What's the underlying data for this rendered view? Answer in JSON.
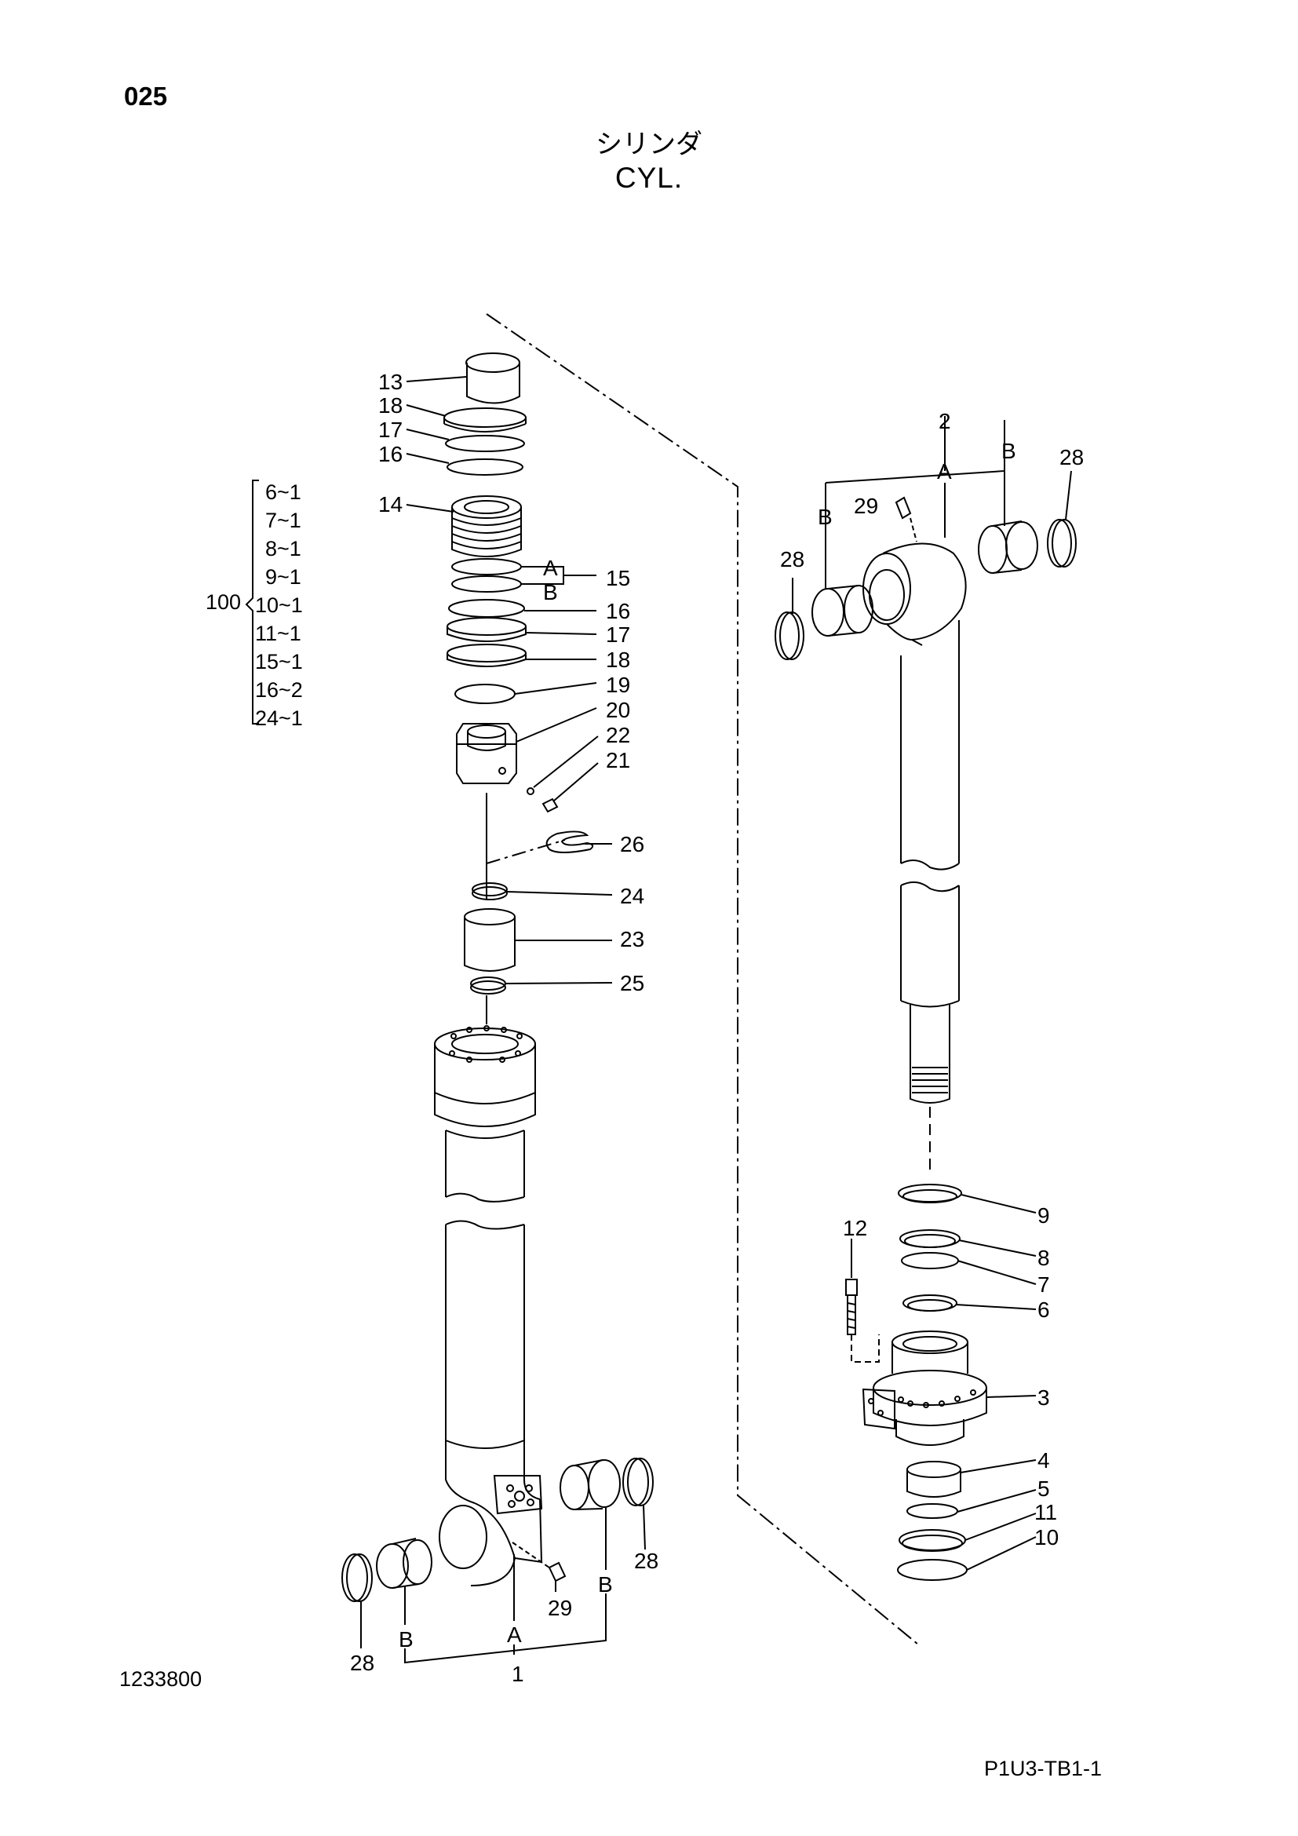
{
  "page_number": "025",
  "title_jp": "シリンダ",
  "title_en": "CYL.",
  "drawing_number": "1233800",
  "figure_code": "P1U3-TB1-1",
  "kit": {
    "label": "100",
    "items": [
      "6~1",
      "7~1",
      "8~1",
      "9~1",
      "10~1",
      "11~1",
      "15~1",
      "16~2",
      "24~1"
    ]
  },
  "callouts": {
    "n13": "13",
    "n18a": "18",
    "n17a": "17",
    "n16a": "16",
    "n14": "14",
    "n15A": "A",
    "n15B": "B",
    "n15": "15",
    "n16b": "16",
    "n17b": "17",
    "n18b": "18",
    "n19": "19",
    "n20": "20",
    "n22": "22",
    "n21": "21",
    "n26": "26",
    "n24": "24",
    "n23": "23",
    "n25": "25",
    "n2": "2",
    "n2A": "A",
    "n2B1": "B",
    "n2B2": "B",
    "n29a": "29",
    "n28a": "28",
    "n28b": "28",
    "n9": "9",
    "n12": "12",
    "n8": "8",
    "n7": "7",
    "n6": "6",
    "n3": "3",
    "n4": "4",
    "n5": "5",
    "n11": "11",
    "n10": "10",
    "n28c": "28",
    "n28d": "28",
    "n29b": "29",
    "n1": "1",
    "n1A": "A",
    "n1B1": "B",
    "n1B2": "B"
  }
}
